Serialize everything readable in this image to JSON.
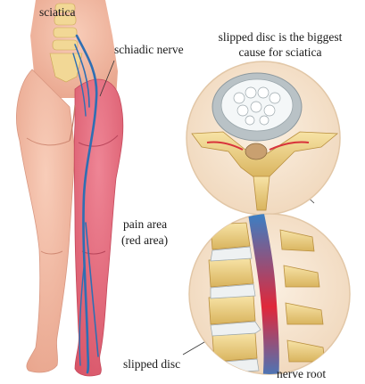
{
  "labels": {
    "sciatica": "sciatica",
    "schiadic_nerve": "schiadic nerve",
    "caption_line1": "slipped disc is the biggest",
    "caption_line2": "cause for sciatica",
    "pain_area_line1": "pain area",
    "pain_area_line2": "(red area)",
    "slipped_disc": "slipped disc",
    "nerve_root": "nerve root"
  },
  "colors": {
    "skin": "#f3b9a4",
    "pain_red": "#e36a7f",
    "nerve_blue": "#2e6fb3",
    "bone": "#efd48a",
    "disc_gray": "#cfd6da",
    "inflamed": "#d8323b",
    "circle_bg": "#f6e6d2"
  }
}
